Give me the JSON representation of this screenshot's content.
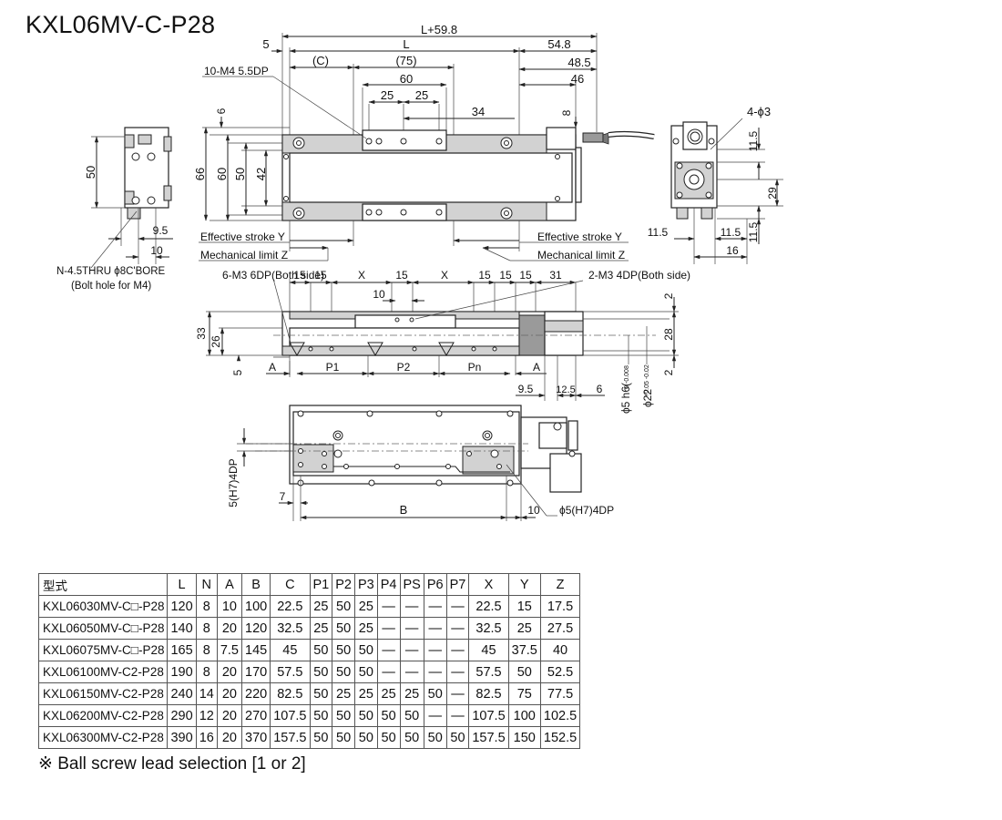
{
  "title": "KXL06MV-C-P28",
  "labels": {
    "L_plus": "L+59.8",
    "five": "5",
    "L": "L",
    "d548": "54.8",
    "C": "(C)",
    "d75": "(75)",
    "d485": "48.5",
    "d46": "46",
    "d60": "60",
    "d25a": "25",
    "d25b": "25",
    "d34": "34",
    "m4": "10-M4 5.5DP",
    "six": "6",
    "eight": "8",
    "d66": "66",
    "d60v": "60",
    "d50v": "50",
    "d42": "42",
    "left50": "50",
    "d95": "9.5",
    "d10": "10",
    "nthru": "N-4.5THRU ϕ8C'BORE",
    "bolt": "(Bolt hole for M4)",
    "effY_l": "Effective stroke Y",
    "mechZ_l": "Mechanical limit Z",
    "effY_r": "Effective stroke Y",
    "mechZ_r": "Mechanical limit Z",
    "phi3": "4-ϕ3",
    "r115a": "11.5",
    "r29": "29",
    "r115b": "11.5",
    "r115c": "11.5",
    "r115d": "11.5",
    "r16": "16",
    "m3_6dp": "6-M3 6DP(Both side)",
    "m3_4dp": "2-M3 4DP(Both side)",
    "s15a": "15",
    "s15b": "15",
    "sX1": "X",
    "s15c": "15",
    "sX2": "X",
    "s15d": "15",
    "s15e": "15",
    "s15f": "15",
    "s31": "31",
    "s10": "10",
    "s33": "33",
    "s26": "26",
    "s5": "5",
    "sA1": "A",
    "sP1": "P1",
    "sP2": "P2",
    "sPn": "Pn",
    "sA2": "A",
    "s2a": "2",
    "s28": "28",
    "s2b": "2",
    "s95": "9.5",
    "s125": "12.5",
    "s6": "6",
    "phi5h6": "ϕ5 h6(",
    "h6tol": "0 -0.008",
    "phi22": "ϕ22",
    "tol22": "+0.05 -0.02",
    "b5h7": "5(H7)4DP",
    "b7": "7",
    "bB": "B",
    "b10": "10",
    "bphi5": "ϕ5(H7)4DP"
  },
  "table": {
    "headers": [
      "型式",
      "L",
      "N",
      "A",
      "B",
      "C",
      "P1",
      "P2",
      "P3",
      "P4",
      "PS",
      "P6",
      "P7",
      "X",
      "Y",
      "Z"
    ],
    "rows": [
      [
        "KXL06030MV-C□-P28",
        "120",
        "8",
        "10",
        "100",
        "22.5",
        "25",
        "50",
        "25",
        "—",
        "—",
        "—",
        "—",
        "22.5",
        "15",
        "17.5"
      ],
      [
        "KXL06050MV-C□-P28",
        "140",
        "8",
        "20",
        "120",
        "32.5",
        "25",
        "50",
        "25",
        "—",
        "—",
        "—",
        "—",
        "32.5",
        "25",
        "27.5"
      ],
      [
        "KXL06075MV-C□-P28",
        "165",
        "8",
        "7.5",
        "145",
        "45",
        "50",
        "50",
        "50",
        "—",
        "—",
        "—",
        "—",
        "45",
        "37.5",
        "40"
      ],
      [
        "KXL06100MV-C2-P28",
        "190",
        "8",
        "20",
        "170",
        "57.5",
        "50",
        "50",
        "50",
        "—",
        "—",
        "—",
        "—",
        "57.5",
        "50",
        "52.5"
      ],
      [
        "KXL06150MV-C2-P28",
        "240",
        "14",
        "20",
        "220",
        "82.5",
        "50",
        "25",
        "25",
        "25",
        "25",
        "50",
        "—",
        "82.5",
        "75",
        "77.5"
      ],
      [
        "KXL06200MV-C2-P28",
        "290",
        "12",
        "20",
        "270",
        "107.5",
        "50",
        "50",
        "50",
        "50",
        "50",
        "—",
        "—",
        "107.5",
        "100",
        "102.5"
      ],
      [
        "KXL06300MV-C2-P28",
        "390",
        "16",
        "20",
        "370",
        "157.5",
        "50",
        "50",
        "50",
        "50",
        "50",
        "50",
        "50",
        "157.5",
        "150",
        "152.5"
      ]
    ]
  },
  "note": "※ Ball screw lead selection [1 or 2]"
}
